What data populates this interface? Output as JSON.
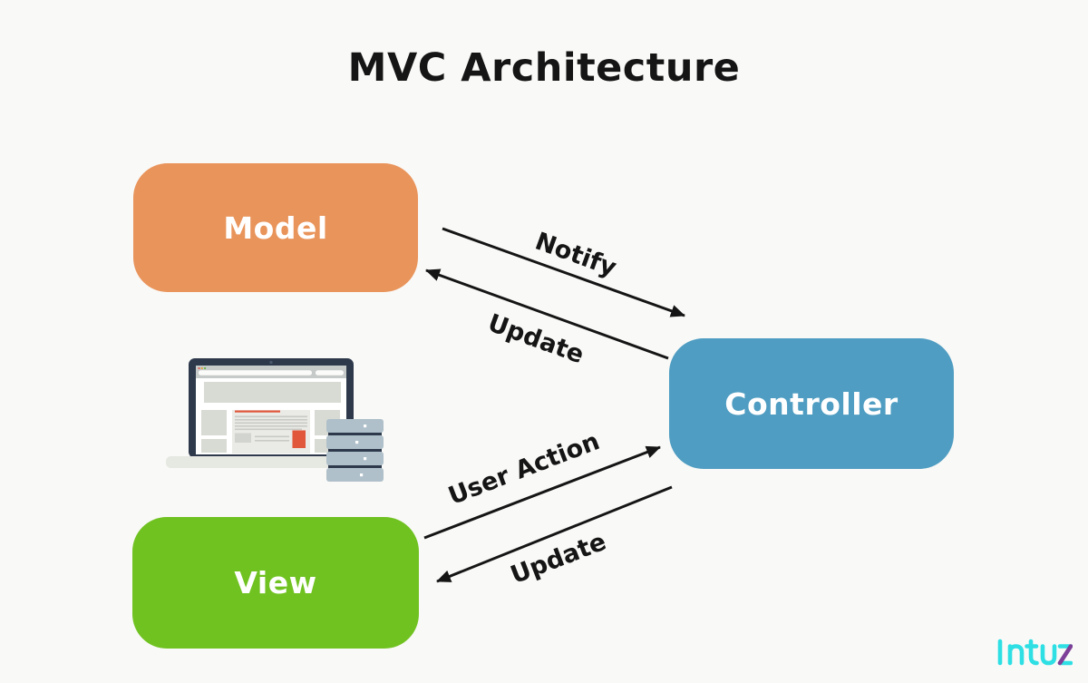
{
  "title": "MVC Architecture",
  "nodes": [
    {
      "id": "model",
      "label": "Model",
      "color": "#E9945B"
    },
    {
      "id": "controller",
      "label": "Controller",
      "color": "#4F9DC2"
    },
    {
      "id": "view",
      "label": "View",
      "color": "#70C221"
    }
  ],
  "edges": [
    {
      "id": "notify",
      "label": "Notify",
      "from": "Model",
      "to": "Controller"
    },
    {
      "id": "update-model",
      "label": "Update",
      "from": "Controller",
      "to": "Model"
    },
    {
      "id": "user-action",
      "label": "User Action",
      "from": "View",
      "to": "Controller"
    },
    {
      "id": "update-view",
      "label": "Update",
      "from": "Controller",
      "to": "View"
    }
  ],
  "illustration": {
    "description": "laptop displaying a webpage with a server stack"
  },
  "logo": {
    "text": "Intuz",
    "color_primary": "#2EDFE4",
    "color_accent": "#7E3F98"
  },
  "colors": {
    "background": "#F9F9F7",
    "arrow": "#151515",
    "title_text": "#151515",
    "node_text": "#FFFFFF"
  }
}
